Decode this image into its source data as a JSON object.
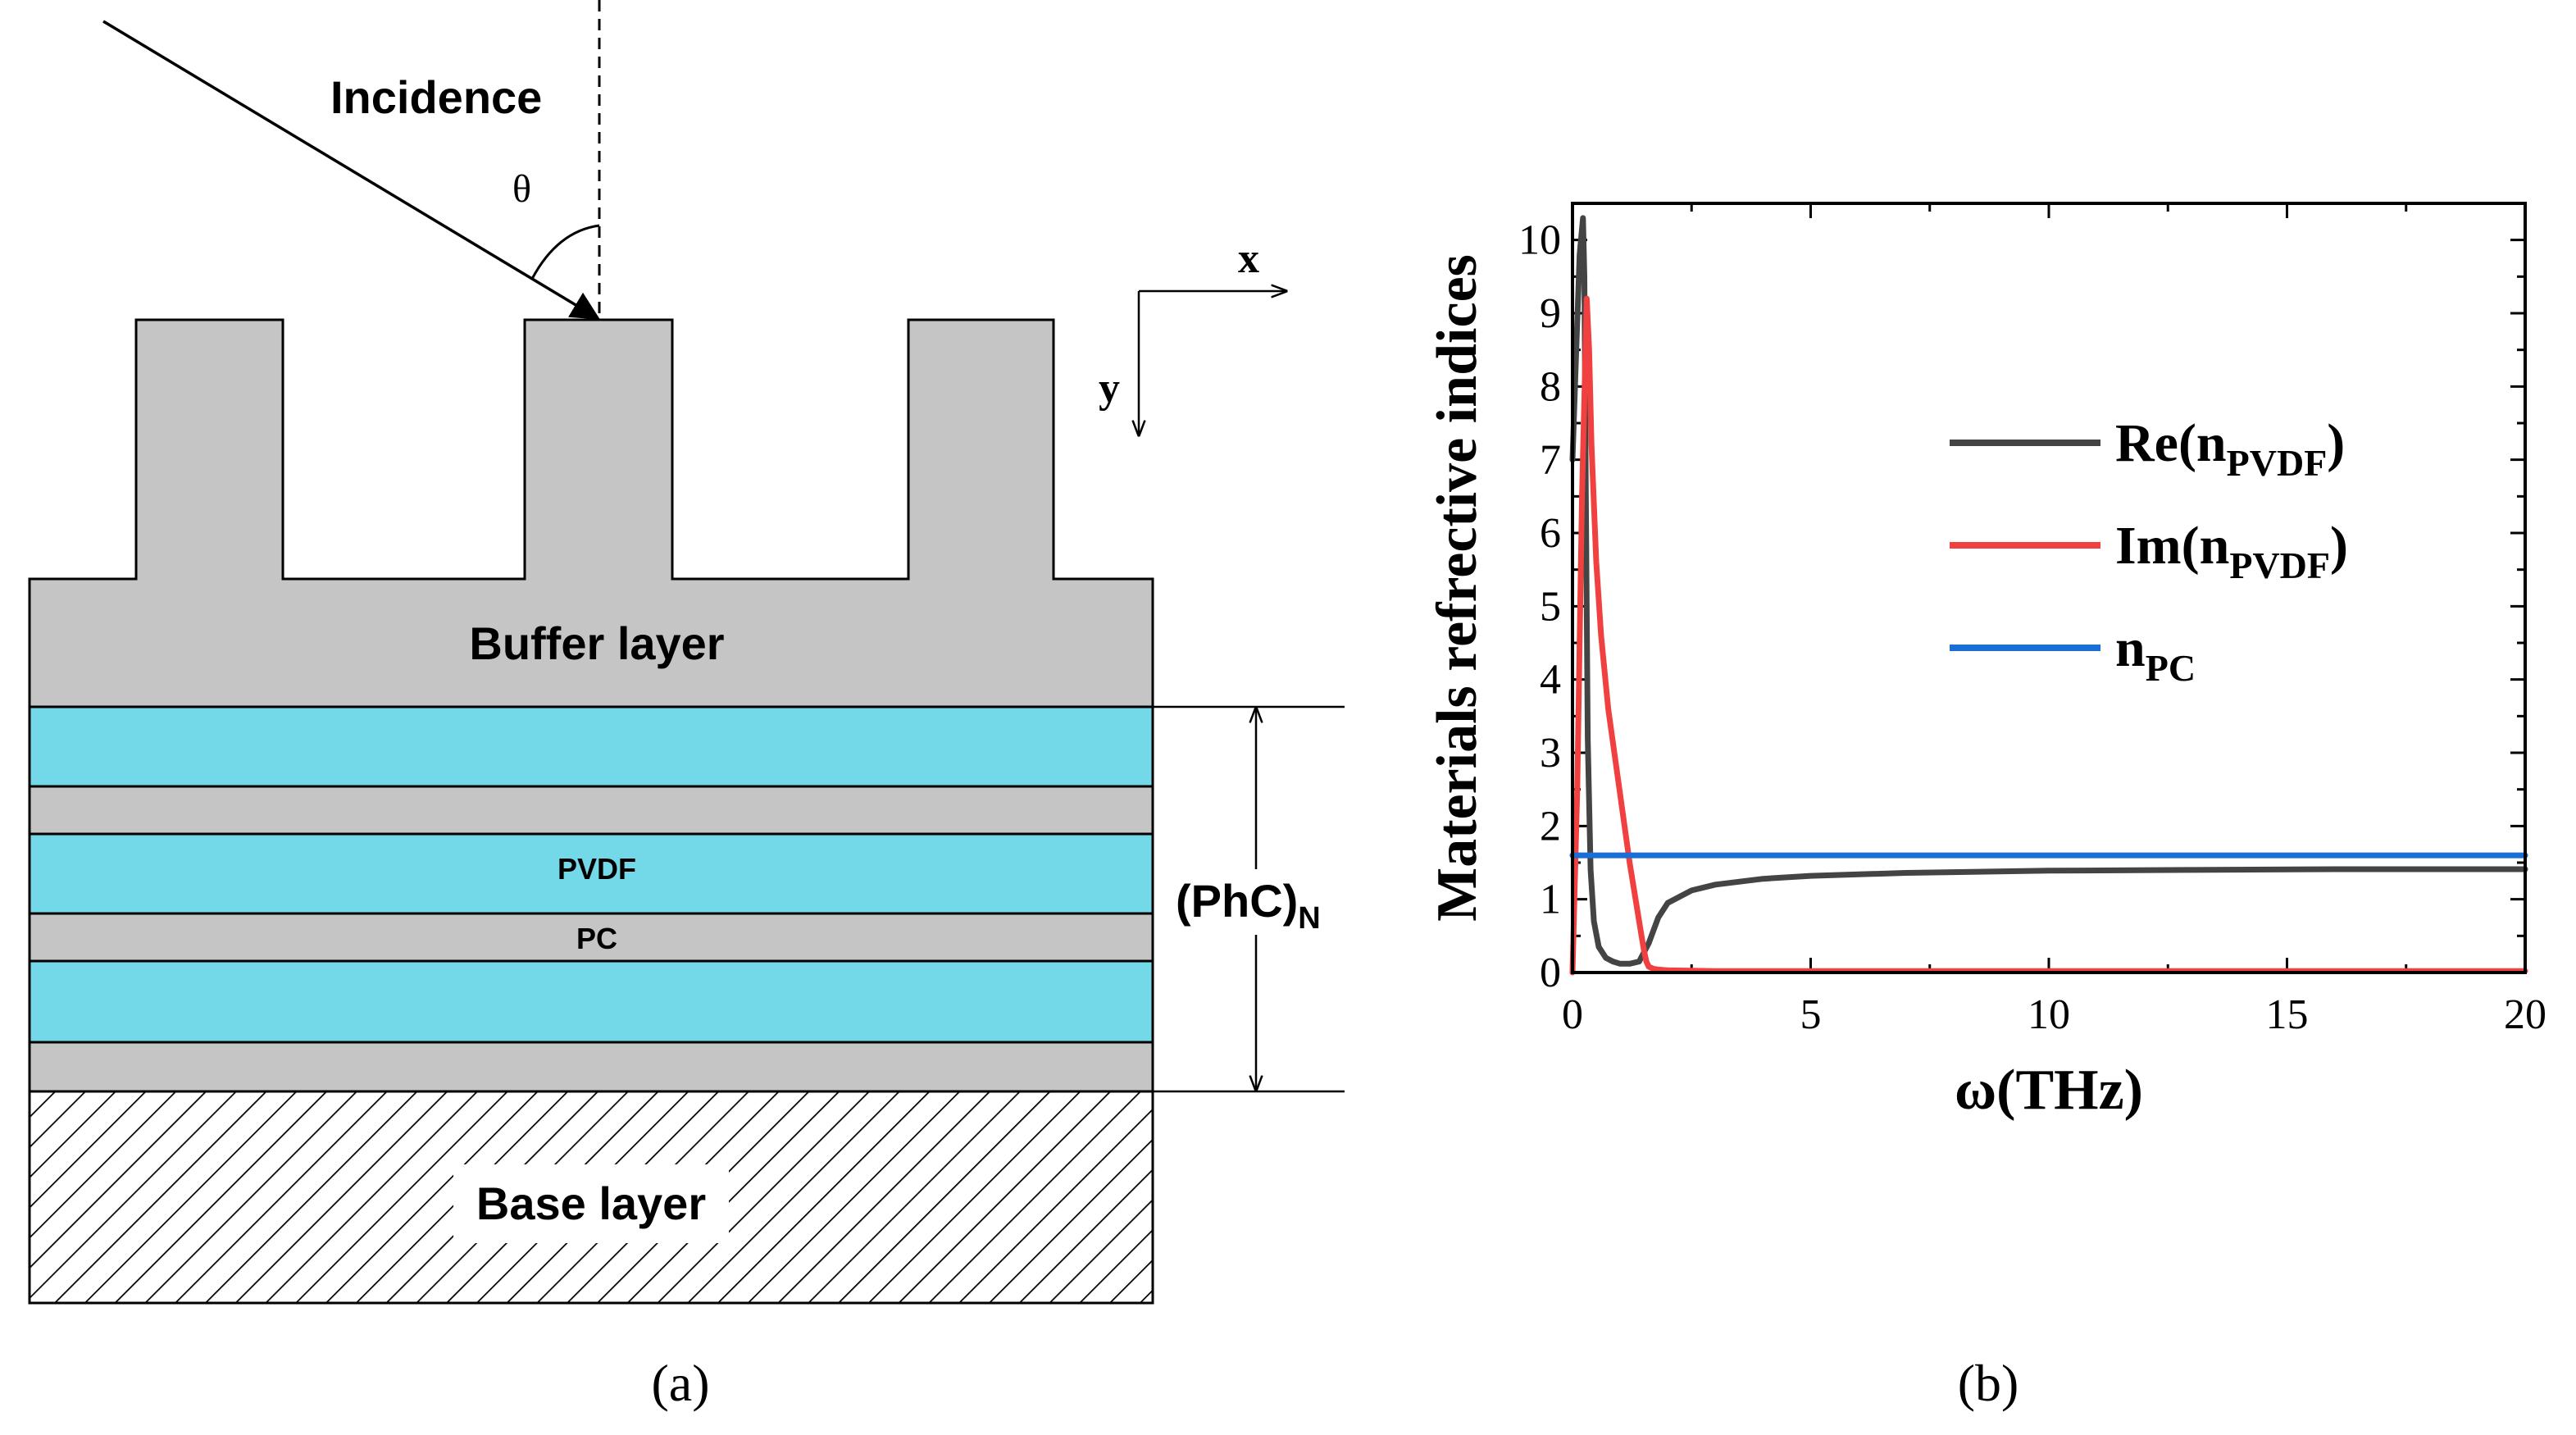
{
  "panel_a": {
    "incidence_label": "Incidence",
    "theta_label": "θ",
    "x_axis_label": "x",
    "y_axis_label": "y",
    "buffer_label": "Buffer layer",
    "pvdf_label": "PVDF",
    "pc_label": "PC",
    "phc_label": "(PhC)",
    "phc_subscript": "N",
    "base_label": "Base layer",
    "caption": "a",
    "colors": {
      "gray": "#c5c5c5",
      "cyan": "#73d9e8",
      "stroke": "#000000"
    }
  },
  "panel_b": {
    "caption": "b",
    "chart_data": {
      "type": "line",
      "xlabel": "ω(THz)",
      "ylabel": "Materials refrective indices",
      "xlim": [
        0,
        20
      ],
      "ylim": [
        0,
        10.5
      ],
      "xticks": [
        "0",
        "5",
        "10",
        "15",
        "20"
      ],
      "yticks": [
        "0",
        "1",
        "2",
        "3",
        "4",
        "5",
        "6",
        "7",
        "8",
        "9",
        "10"
      ],
      "legend_position": "upper-right",
      "series": [
        {
          "name": "Re(n",
          "name_sub": "PVDF",
          "name_suffix": ")",
          "color": "#444444",
          "x": [
            0.0,
            0.08,
            0.15,
            0.22,
            0.25,
            0.28,
            0.32,
            0.38,
            0.45,
            0.55,
            0.7,
            0.85,
            1.0,
            1.2,
            1.4,
            1.6,
            1.8,
            2.0,
            2.5,
            3.0,
            4.0,
            5.0,
            7.0,
            10.0,
            13.0,
            16.0,
            20.0
          ],
          "y": [
            7.0,
            8.5,
            9.8,
            10.3,
            9.5,
            6.5,
            3.2,
            1.4,
            0.7,
            0.35,
            0.2,
            0.15,
            0.12,
            0.12,
            0.15,
            0.4,
            0.75,
            0.95,
            1.12,
            1.2,
            1.28,
            1.32,
            1.36,
            1.39,
            1.4,
            1.41,
            1.41
          ]
        },
        {
          "name": "Im(n",
          "name_sub": "PVDF",
          "name_suffix": ")",
          "color": "#f04040",
          "x": [
            0.0,
            0.1,
            0.2,
            0.3,
            0.35,
            0.4,
            0.5,
            0.6,
            0.75,
            0.9,
            1.05,
            1.2,
            1.35,
            1.45,
            1.5,
            1.55,
            1.6,
            1.7,
            1.8,
            2.0,
            3.0,
            5.0,
            10.0,
            15.0,
            20.0
          ],
          "y": [
            0.0,
            2.5,
            6.5,
            9.2,
            8.5,
            7.2,
            5.6,
            4.6,
            3.6,
            2.9,
            2.2,
            1.5,
            0.9,
            0.5,
            0.3,
            0.15,
            0.08,
            0.05,
            0.04,
            0.03,
            0.02,
            0.02,
            0.02,
            0.02,
            0.02
          ]
        },
        {
          "name": "n",
          "name_sub": "PC",
          "name_suffix": "",
          "color": "#1a6fd6",
          "x": [
            0.0,
            20.0
          ],
          "y": [
            1.6,
            1.6
          ]
        }
      ]
    }
  }
}
